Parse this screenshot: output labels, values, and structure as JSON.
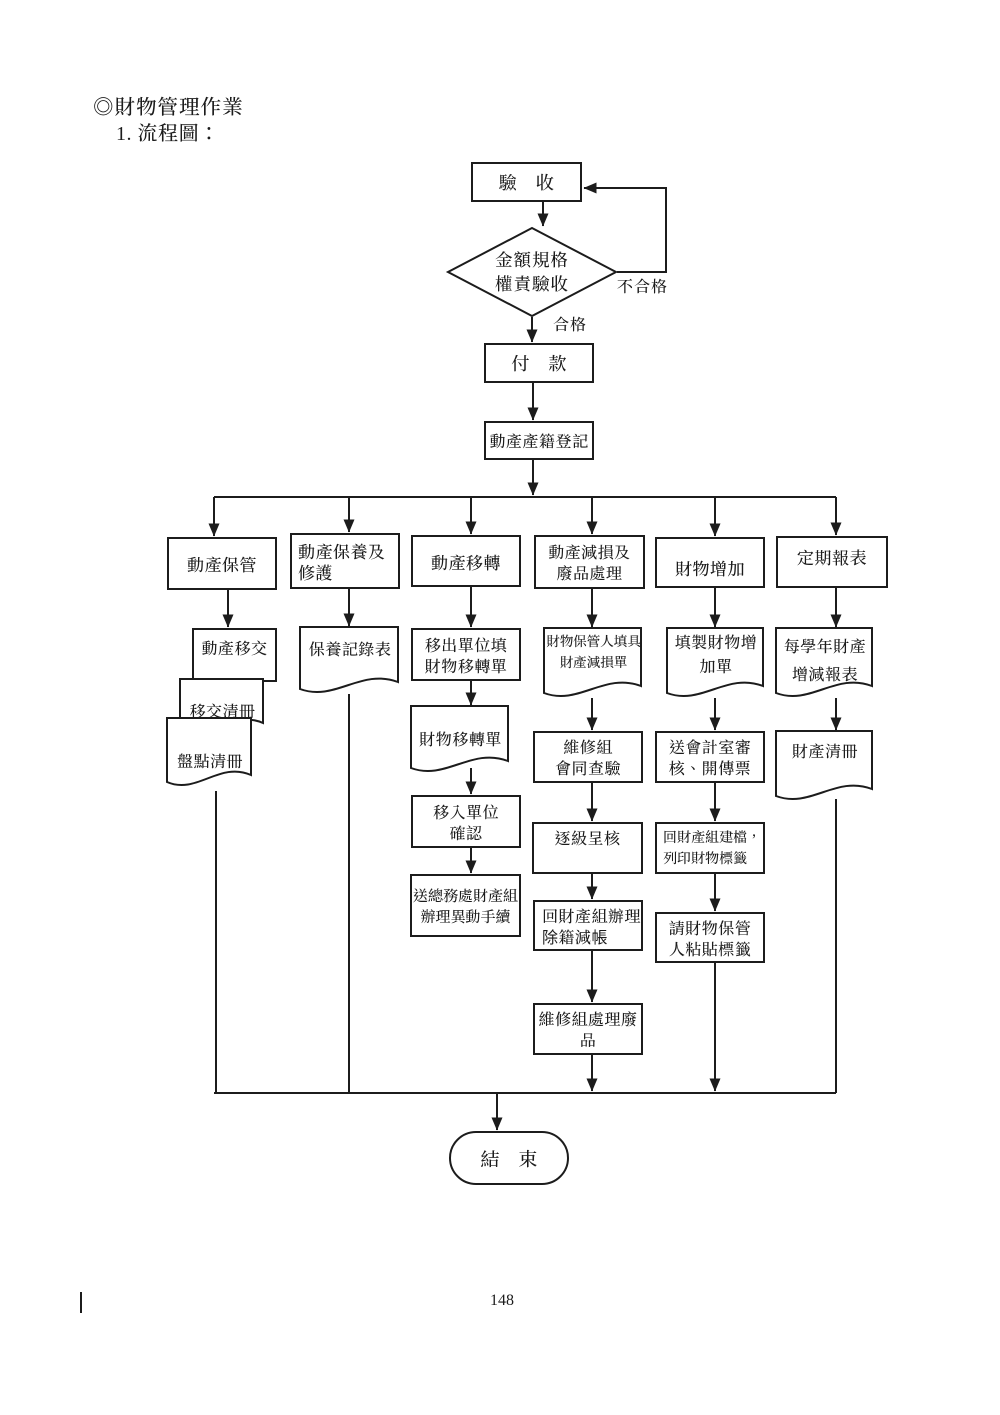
{
  "page": {
    "heading": "◎財物管理作業",
    "subheading": "1. 流程圖：",
    "page_number": "148",
    "ink_color": "#1c1c1c",
    "background": "#ffffff"
  },
  "flowchart": {
    "nodes": {
      "start": "驗　收",
      "decision": "金額規格\n權責驗收",
      "pay": "付　款",
      "register": "動產產籍登記",
      "keep": "動產保管",
      "maintain": "動產保養及\n修護",
      "transfer": "動產移轉",
      "impair": "動產減損及\n廢品處理",
      "increase": "財物增加",
      "reports": "定期報表",
      "handover": "動產移交",
      "handover_list": "移交清冊",
      "inventory_list": "盤點清冊",
      "maintenance_record": "保養記錄表",
      "transfer_form_fill": "移出單位填\n財物移轉單",
      "transfer_form": "財物移轉單",
      "transfer_confirm": "移入單位\n確認",
      "transfer_process": "送總務處財產組\n辦理異動手續",
      "impair_form": "財物保管人填具\n財產減損單",
      "impair_inspect": "維修組\n會同查驗",
      "impair_approve": "逐級呈核",
      "impair_deregister": "回財產組辦理\n除籍減帳",
      "impair_scrap": "維修組處理廢\n品",
      "increase_form": "填製財物增\n加單",
      "increase_audit": "送會計室審\n核、開傳票",
      "increase_file": "回財產組建檔，\n列印財物標籤",
      "increase_label": "請財物保管\n人粘貼標籤",
      "report_annual": "每學年財產\n增減報表",
      "report_list": "財產清冊",
      "end": "結　束"
    },
    "edge_labels": {
      "pass": "合格",
      "fail": "不合格"
    }
  }
}
